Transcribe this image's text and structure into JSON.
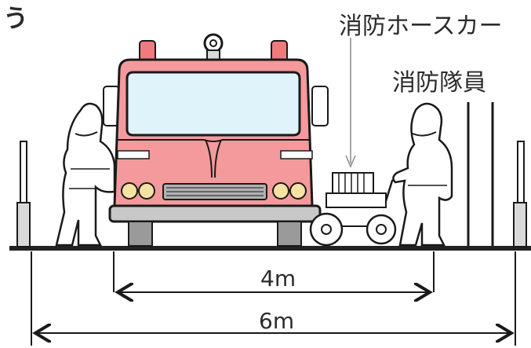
{
  "labels": {
    "hose_cart": "消防ホースカー",
    "firefighter": "消防隊員",
    "inner_width": "4m",
    "outer_width": "6m",
    "corner_fragment": "う"
  },
  "colors": {
    "truck_body": "#f07a7e",
    "truck_cab": "#f49a9c",
    "windshield": "#dff3fb",
    "outline": "#1a1a1a",
    "ground": "#222222",
    "tire": "#9a9a9a",
    "text": "#2b2b2b"
  },
  "icons": {
    "fire_truck": "fire-truck-icon",
    "firefighter_left": "firefighter-icon",
    "firefighter_right": "firefighter-icon",
    "hose_cart": "hose-cart-icon"
  }
}
